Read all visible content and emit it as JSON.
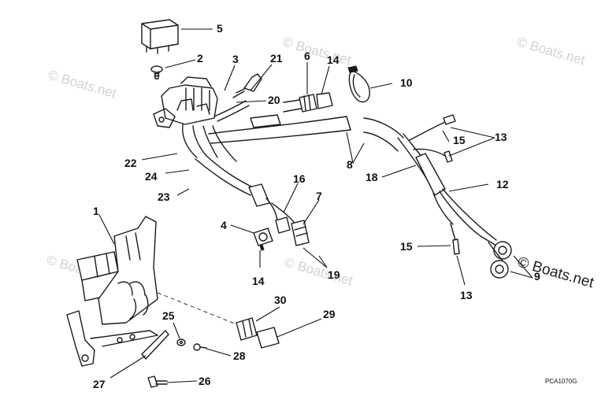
{
  "diagram_code": "PCA1070G",
  "watermark": "© Boats.net",
  "callouts": {
    "c1": "1",
    "c2": "2",
    "c3": "3",
    "c4": "4",
    "c5": "5",
    "c6": "6",
    "c7": "7",
    "c8": "8",
    "c9": "9",
    "c10": "10",
    "c12": "12",
    "c13": "13",
    "c14": "14",
    "c15": "15",
    "c16": "16",
    "c18": "18",
    "c19": "19",
    "c20": "20",
    "c21": "21",
    "c22": "22",
    "c23": "23",
    "c24": "24",
    "c25": "25",
    "c26": "26",
    "c27": "27",
    "c28": "28",
    "c29": "29",
    "c30": "30"
  }
}
